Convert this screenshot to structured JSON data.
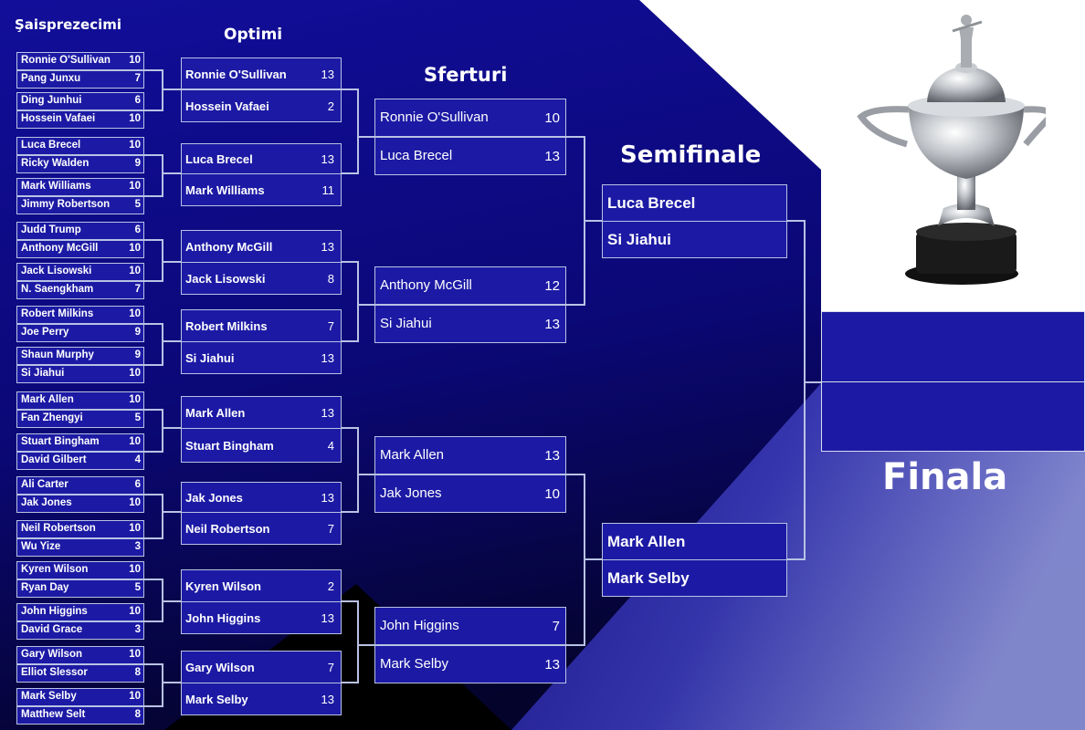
{
  "headers": {
    "r16": "Şaisprezecimi",
    "r8": "Optimi",
    "qf": "Sferturi",
    "sf": "Semifinale",
    "final": "Finala"
  },
  "r16": [
    [
      {
        "n": "Ronnie O'Sullivan",
        "s": "10"
      },
      {
        "n": "Pang Junxu",
        "s": "7"
      }
    ],
    [
      {
        "n": "Ding Junhui",
        "s": "6"
      },
      {
        "n": "Hossein Vafaei",
        "s": "10"
      }
    ],
    [
      {
        "n": "Luca Brecel",
        "s": "10"
      },
      {
        "n": "Ricky Walden",
        "s": "9"
      }
    ],
    [
      {
        "n": "Mark Williams",
        "s": "10"
      },
      {
        "n": "Jimmy Robertson",
        "s": "5"
      }
    ],
    [
      {
        "n": "Judd Trump",
        "s": "6"
      },
      {
        "n": "Anthony McGill",
        "s": "10"
      }
    ],
    [
      {
        "n": "Jack Lisowski",
        "s": "10"
      },
      {
        "n": "N. Saengkham",
        "s": "7"
      }
    ],
    [
      {
        "n": "Robert Milkins",
        "s": "10"
      },
      {
        "n": "Joe Perry",
        "s": "9"
      }
    ],
    [
      {
        "n": "Shaun Murphy",
        "s": "9"
      },
      {
        "n": "Si Jiahui",
        "s": "10"
      }
    ],
    [
      {
        "n": "Mark Allen",
        "s": "10"
      },
      {
        "n": "Fan Zhengyi",
        "s": "5"
      }
    ],
    [
      {
        "n": "Stuart Bingham",
        "s": "10"
      },
      {
        "n": "David Gilbert",
        "s": "4"
      }
    ],
    [
      {
        "n": "Ali Carter",
        "s": "6"
      },
      {
        "n": "Jak Jones",
        "s": "10"
      }
    ],
    [
      {
        "n": "Neil Robertson",
        "s": "10"
      },
      {
        "n": "Wu Yize",
        "s": "3"
      }
    ],
    [
      {
        "n": "Kyren Wilson",
        "s": "10"
      },
      {
        "n": "Ryan Day",
        "s": "5"
      }
    ],
    [
      {
        "n": "John Higgins",
        "s": "10"
      },
      {
        "n": "David Grace",
        "s": "3"
      }
    ],
    [
      {
        "n": "Gary Wilson",
        "s": "10"
      },
      {
        "n": "Elliot Slessor",
        "s": "8"
      }
    ],
    [
      {
        "n": "Mark Selby",
        "s": "10"
      },
      {
        "n": "Matthew Selt",
        "s": "8"
      }
    ]
  ],
  "r8": [
    [
      {
        "n": "Ronnie O'Sullivan",
        "s": "13"
      },
      {
        "n": "Hossein Vafaei",
        "s": "2"
      }
    ],
    [
      {
        "n": "Luca Brecel",
        "s": "13"
      },
      {
        "n": "Mark Williams",
        "s": "11"
      }
    ],
    [
      {
        "n": "Anthony McGill",
        "s": "13"
      },
      {
        "n": "Jack Lisowski",
        "s": "8"
      }
    ],
    [
      {
        "n": "Robert Milkins",
        "s": "7"
      },
      {
        "n": "Si Jiahui",
        "s": "13"
      }
    ],
    [
      {
        "n": "Mark Allen",
        "s": "13"
      },
      {
        "n": "Stuart Bingham",
        "s": "4"
      }
    ],
    [
      {
        "n": "Jak Jones",
        "s": "13"
      },
      {
        "n": "Neil Robertson",
        "s": "7"
      }
    ],
    [
      {
        "n": "Kyren Wilson",
        "s": "2"
      },
      {
        "n": "John Higgins",
        "s": "13"
      }
    ],
    [
      {
        "n": "Gary Wilson",
        "s": "7"
      },
      {
        "n": "Mark Selby",
        "s": "13"
      }
    ]
  ],
  "qf": [
    [
      {
        "n": "Ronnie O'Sullivan",
        "s": "10"
      },
      {
        "n": "Luca Brecel",
        "s": "13"
      }
    ],
    [
      {
        "n": "Anthony McGill",
        "s": "12"
      },
      {
        "n": "Si Jiahui",
        "s": "13"
      }
    ],
    [
      {
        "n": "Mark Allen",
        "s": "13"
      },
      {
        "n": "Jak Jones",
        "s": "10"
      }
    ],
    [
      {
        "n": "John Higgins",
        "s": "7"
      },
      {
        "n": "Mark Selby",
        "s": "13"
      }
    ]
  ],
  "sf": [
    [
      {
        "n": "Luca Brecel"
      },
      {
        "n": "Si Jiahui"
      }
    ],
    [
      {
        "n": "Mark Allen"
      },
      {
        "n": "Mark Selby"
      }
    ]
  ],
  "colors": {
    "box_fill": "#1c1aa4",
    "background_blue": "#0f0b8c",
    "background_dark": "#000000",
    "line": "#b9c2e4",
    "text": "#ffffff"
  },
  "icons": {
    "trophy": "snooker-trophy-icon"
  }
}
